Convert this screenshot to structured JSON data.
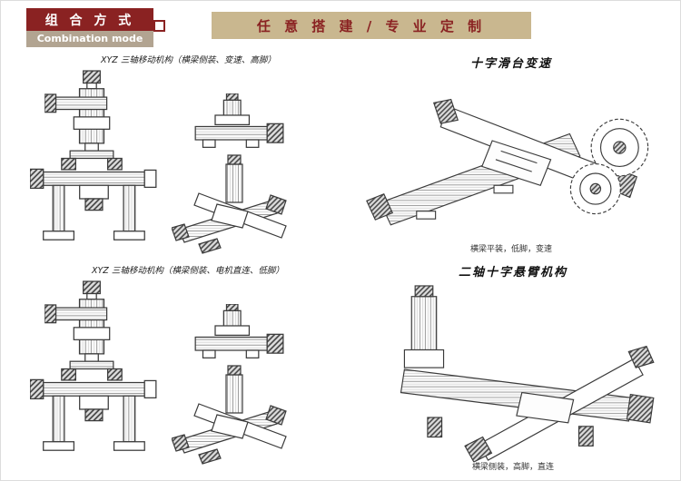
{
  "header": {
    "badge": {
      "title_cn": "组 合 方 式",
      "title_en": "Combination mode"
    },
    "banner": {
      "text": "任 意 搭 建 / 专 业 定 制"
    }
  },
  "figures": {
    "xyz_geared": {
      "caption": "XYZ 三轴移动机构（横梁侧装、变速、高脚）"
    },
    "cross_slide_geared": {
      "title": "十字滑台变速",
      "caption": "横梁平装，低脚，变速"
    },
    "xyz_direct": {
      "caption": "XYZ 三轴移动机构（横梁侧装、电机直连、低脚）"
    },
    "cross_cantilever": {
      "title": "二轴十字悬臂机构",
      "caption": "横梁侧装，高脚，直连"
    }
  },
  "colors": {
    "accent_red": "#8a2222",
    "banner_bg": "#c9b78f",
    "badge_strip_bg": "#b2a491",
    "line_art": "#3b3b3b"
  }
}
